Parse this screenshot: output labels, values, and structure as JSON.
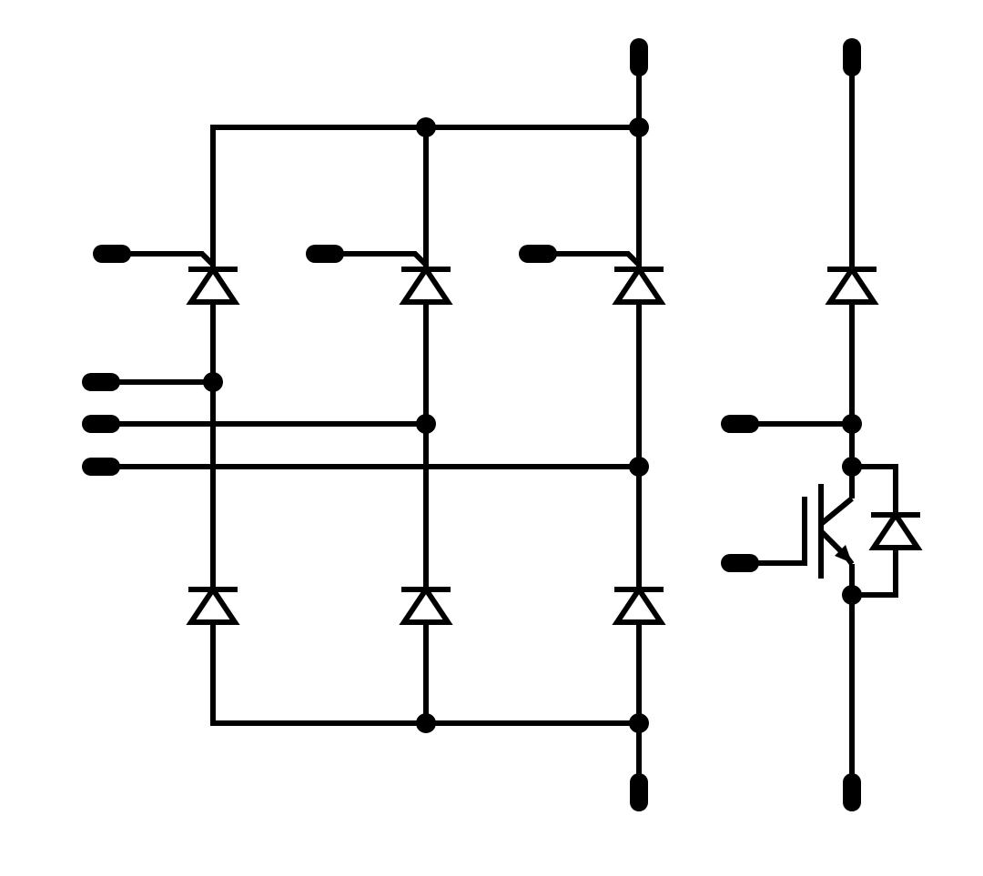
{
  "diagram": {
    "type": "circuit-schematic",
    "stroke_color": "#000000",
    "background": "#ffffff",
    "components": {
      "thyristor_bridge": {
        "upper_thyristors": 3,
        "lower_diodes": 3,
        "ac_inputs": 3,
        "gate_terminals": 3
      },
      "brake_chopper": {
        "diodes": 2,
        "igbt": 1
      }
    },
    "terminals": [
      "gate-1",
      "gate-2",
      "gate-3",
      "ac-1",
      "ac-2",
      "ac-3",
      "dc-plus",
      "dc-minus",
      "chopper-top",
      "chopper-mid",
      "chopper-gate",
      "chopper-bottom"
    ]
  }
}
